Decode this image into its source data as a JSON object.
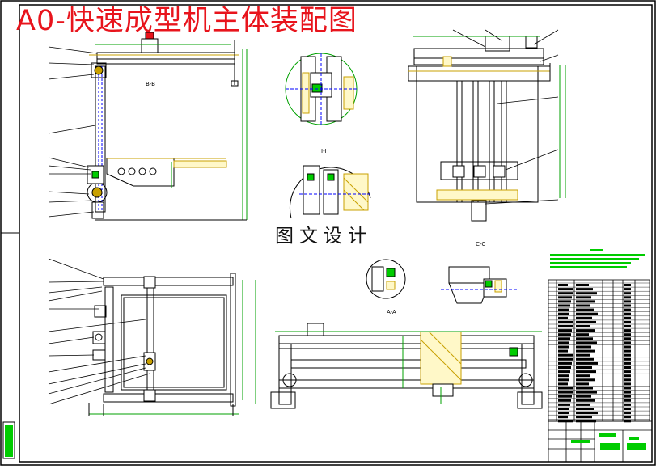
{
  "drawing": {
    "title": "A0-快速成型机主体装配图",
    "watermark": "图文设计",
    "section_labels": [
      "I-I",
      "C-C",
      "A-A",
      "B-B"
    ]
  },
  "colors": {
    "title": "#e8141c",
    "line": "#000000",
    "dimension": "#00a000",
    "hidden": "#0000ff",
    "hatch": "#c8a000",
    "highlight": "#00cc00"
  },
  "icons": [
    "detail-circle-icon"
  ]
}
